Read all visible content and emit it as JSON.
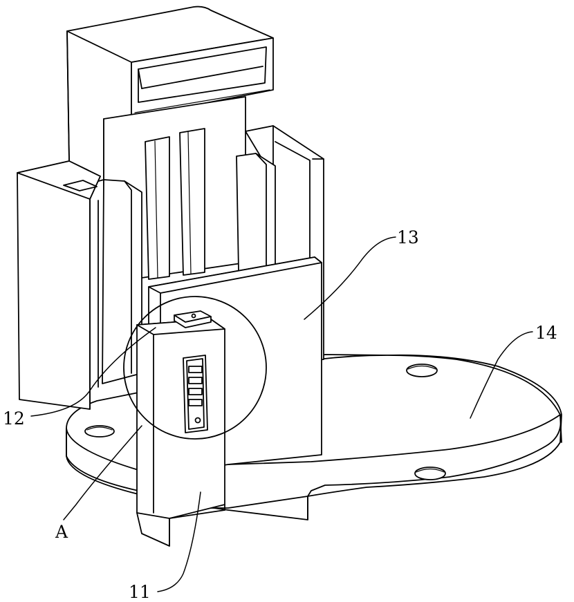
{
  "labels": {
    "part_11": "11",
    "part_12": "12",
    "part_13": "13",
    "part_14": "14",
    "detail_a": "A"
  },
  "colors": {
    "line": "#000000",
    "paper": "#ffffff"
  }
}
